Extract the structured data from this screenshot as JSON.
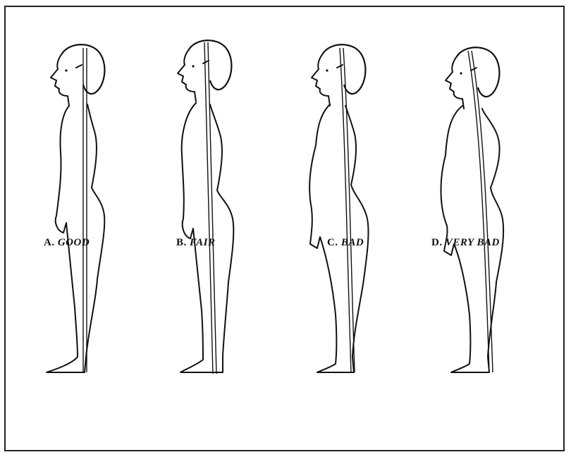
{
  "figures": [
    {
      "letter": "A.",
      "rating": "GOOD"
    },
    {
      "letter": "B.",
      "rating": "FAIR"
    },
    {
      "letter": "C.",
      "rating": "BAD"
    },
    {
      "letter": "D.",
      "rating": "VERY BAD"
    }
  ]
}
